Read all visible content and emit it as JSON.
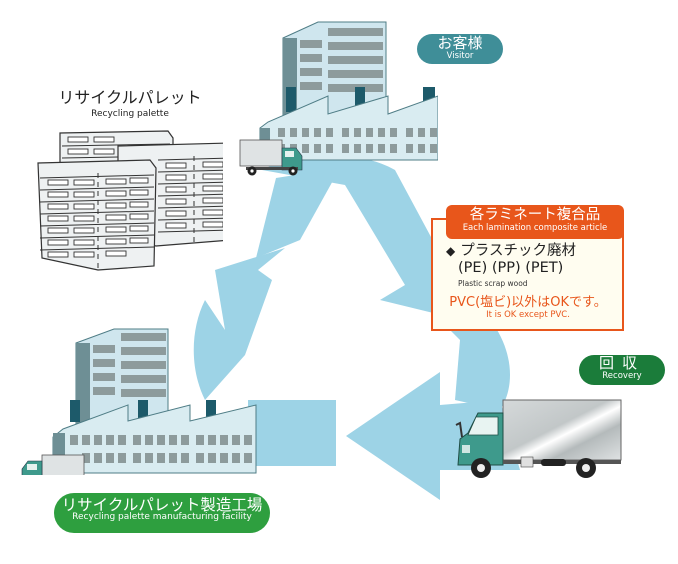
{
  "diagram": {
    "title": "Recycling palette cycle",
    "colors": {
      "arrow": "#9dd3e6",
      "visitor_badge": "#3f8e98",
      "recovery_badge": "#1b7c3a",
      "facility_badge": "#2e9f3f",
      "material_accent": "#e8561b",
      "material_bg": "#fffdf0",
      "building_light": "#cfe6ee",
      "building_dark": "#6e8f95",
      "window": "#8d9b9c",
      "chimney": "#1d5a6a",
      "truck_cab": "#3e9a8c"
    },
    "nodes": {
      "visitor": {
        "label_jp": "お客様",
        "label_en": "Visitor",
        "icon": "factory-icon"
      },
      "recovery": {
        "label_jp": "回収",
        "label_en": "Recovery",
        "icon": "truck-icon"
      },
      "facility": {
        "label_jp": "リサイクルパレット製造工場",
        "label_en": "Recycling palette manufacturing facility",
        "icon": "factory-icon"
      },
      "palette": {
        "label_jp": "リサイクルパレット",
        "label_en": "Recycling palette",
        "icon": "pallet-stack-icon"
      }
    },
    "material_panel": {
      "header_jp": "各ラミネート複合品",
      "header_en": "Each lamination composite article",
      "bullet": "◆",
      "item_jp": "プラスチック廃材",
      "item_codes": "(PE) (PP) (PET)",
      "item_en": "Plastic scrap wood",
      "note_jp": "PVC(塩ビ)以外はOKです。",
      "note_en": "It is OK except PVC."
    },
    "edges": [
      {
        "from": "visitor",
        "to": "recovery",
        "icon": "arrow-icon"
      },
      {
        "from": "recovery",
        "to": "facility",
        "icon": "arrow-icon"
      },
      {
        "from": "facility",
        "to": "visitor",
        "icon": "arrow-icon"
      }
    ]
  }
}
